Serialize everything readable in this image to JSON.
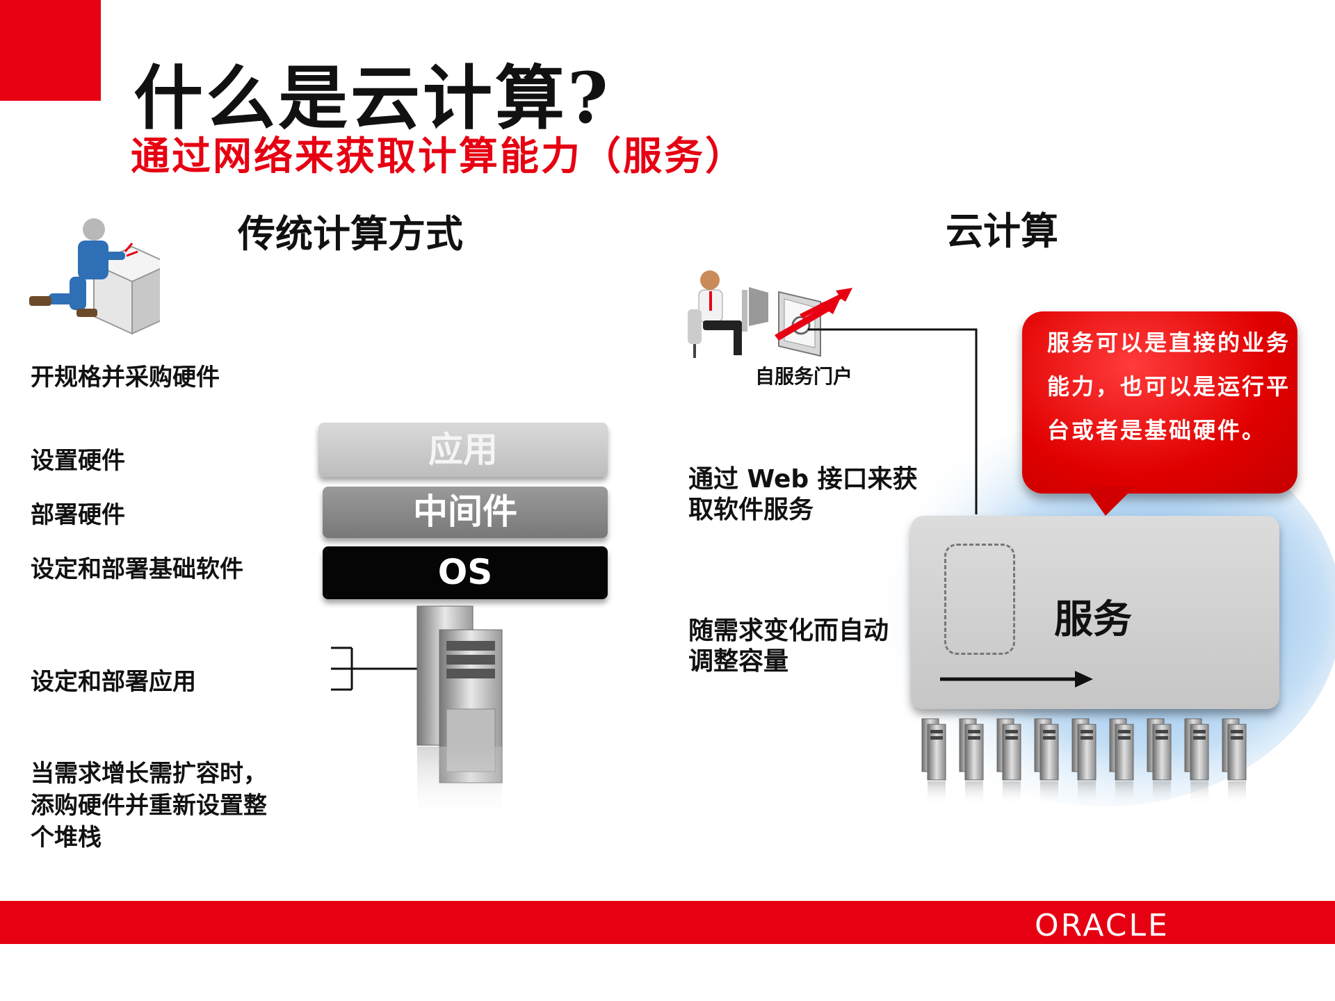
{
  "title": "什么是云计算?",
  "subtitle": "通过网络来获取计算能力（服务）",
  "traditional": {
    "heading": "传统计算方式",
    "steps": [
      "开规格并采购硬件",
      "设置硬件",
      "部署硬件",
      "设定和部署基础软件",
      "设定和部署应用",
      "当需求增长需扩容时，添购硬件并重新设置整个堆栈"
    ],
    "layers": [
      "应用",
      "中间件",
      "OS"
    ]
  },
  "cloud": {
    "heading": "云计算",
    "portal_label": "自服务门户",
    "note_web": "通过 Web 接口来获取软件服务",
    "note_scale": "随需求变化而自动调整容量",
    "bubble": "服务可以是直接的业务能力，也可以是运行平台或者是基础硬件。",
    "service_label": "服务"
  },
  "brand": "ORACLE",
  "colors": {
    "accent_red": "#e60012",
    "layer_app": "#cccccc",
    "layer_middleware": "#888888",
    "layer_os": "#050505"
  },
  "icons": [
    "worker-icon",
    "server-tower-icon",
    "person-at-desk-icon",
    "portal-monitor-icon",
    "server-rack-icon"
  ]
}
